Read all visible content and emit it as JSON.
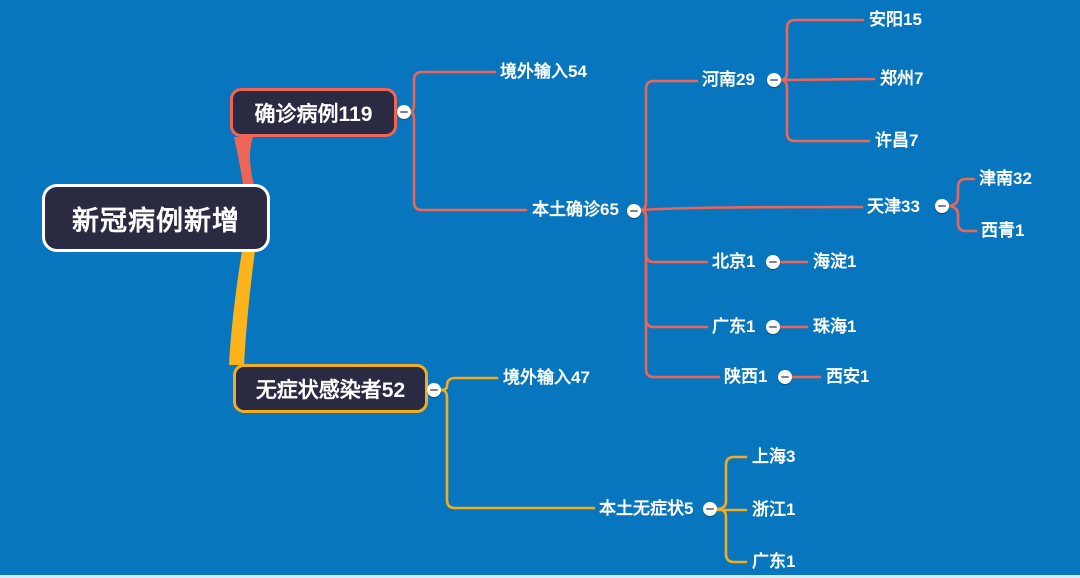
{
  "palette": {
    "background": "#0776BE",
    "node_fill": "#2B2A43",
    "confirmed_accent": "#EE6455",
    "asymptomatic_accent": "#F3AC1B",
    "asymptomatic_ribbon": "#FBB41C",
    "root_border": "#FFFFFF",
    "text": "#FFFFFF",
    "bottom_strip": "#D8EAF6"
  },
  "icons": {
    "collapse": "minus-in-white-circle"
  },
  "tree": {
    "root": {
      "label": "新冠病例新增"
    },
    "branches": [
      {
        "label": "确诊病例119",
        "color": "#EE6455",
        "children": [
          {
            "label": "境外输入54",
            "children": []
          },
          {
            "label": "本土确诊65",
            "children": [
              {
                "label": "河南29",
                "children": [
                  {
                    "label": "安阳15"
                  },
                  {
                    "label": "郑州7"
                  },
                  {
                    "label": "许昌7"
                  }
                ]
              },
              {
                "label": "天津33",
                "children": [
                  {
                    "label": "津南32"
                  },
                  {
                    "label": "西青1"
                  }
                ]
              },
              {
                "label": "北京1",
                "children": [
                  {
                    "label": "海淀1"
                  }
                ]
              },
              {
                "label": "广东1",
                "children": [
                  {
                    "label": "珠海1"
                  }
                ]
              },
              {
                "label": "陕西1",
                "children": [
                  {
                    "label": "西安1"
                  }
                ]
              }
            ]
          }
        ]
      },
      {
        "label": "无症状感染者52",
        "color": "#F3AC1B",
        "children": [
          {
            "label": "境外输入47",
            "children": []
          },
          {
            "label": "本土无症状5",
            "children": [
              {
                "label": "上海3"
              },
              {
                "label": "浙江1"
              },
              {
                "label": "广东1"
              }
            ]
          }
        ]
      }
    ]
  }
}
